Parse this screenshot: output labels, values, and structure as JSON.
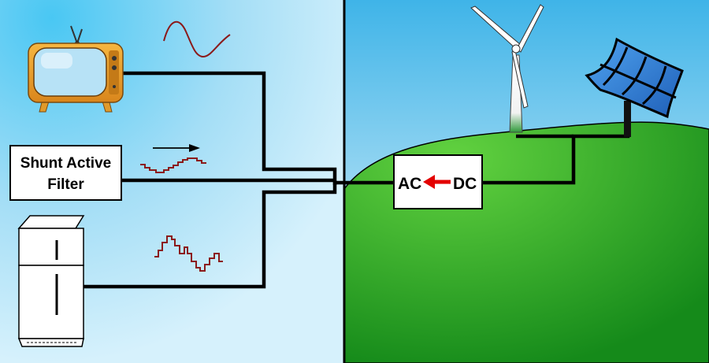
{
  "filter_box": {
    "line1": "Shunt Active",
    "line2": "Filter"
  },
  "converter": {
    "left_label": "AC",
    "right_label": "DC"
  },
  "colors": {
    "left_bg_light": "#cdeefc",
    "left_bg_dark": "#49c7f3",
    "sky_top": "#47b9ea",
    "sky_bottom": "#eaf6fb",
    "grass_light": "#5ccb3c",
    "grass_dark": "#178d1c",
    "wire": "#000000",
    "waveform": "#8b1a1a",
    "arrow": "#e30000",
    "tv_body": "#f0a12a",
    "tv_screen": "#a8dcf4",
    "solar_panel": "#2f7fd6"
  },
  "icons": [
    "tv-icon",
    "fridge-icon",
    "wind-turbine-icon",
    "solar-panel-icon"
  ]
}
